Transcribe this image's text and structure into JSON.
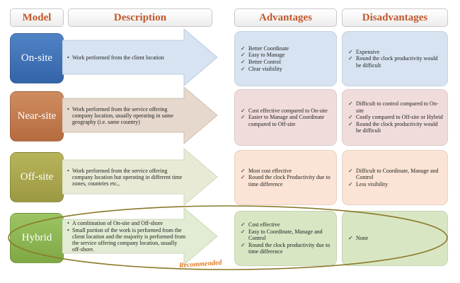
{
  "headers": {
    "model": "Model",
    "description": "Description",
    "advantages": "Advantages",
    "disadvantages": "Disadvantages"
  },
  "rows": [
    {
      "model": "On-site",
      "description": [
        "Work performed from the client location"
      ],
      "advantages": [
        "Better Coordinate",
        "Easy to Manage",
        "Better Control",
        "Clear visibility"
      ],
      "disadvantages": [
        "Expensive",
        "Round the clock productivity would be difficult"
      ]
    },
    {
      "model": "Near-site",
      "description": [
        "Work performed from the service offering company location, usually operating in same geography (i.e. same country)"
      ],
      "advantages": [
        "Cost effective compared to On-site",
        "Easier to Manage and Coordinate compared to Off-site"
      ],
      "disadvantages": [
        "Difficult to control compared to On-site",
        "Costly compared to Off-site or Hybrid",
        "Round the clock productivity would be difficult"
      ]
    },
    {
      "model": "Off-site",
      "description": [
        "Work performed from the service offering company location but operating in different time zones, countries etc.,"
      ],
      "advantages": [
        "Most  cost effective",
        "Round the clock Productivity due to time difference"
      ],
      "disadvantages": [
        "Difficult to Coordinate, Manage and Control",
        " Less visibility"
      ]
    },
    {
      "model": "Hybrid",
      "description": [
        "A combination of On-site and Off-shore",
        "Small portion of the work is performed from the client location and the majority is performed from the service offering company location, usually off-shore."
      ],
      "advantages": [
        "Cost effective",
        "Easy to Coordinate, Manage and Control",
        "Round the clock productivity due to time difference"
      ],
      "disadvantages": [
        "None"
      ]
    }
  ],
  "annotation": "Recommended",
  "colors": {
    "header_text": "#c0592b",
    "onsite": "#3f71b5",
    "nearsite": "#c27c4f",
    "offsite": "#a9a64e",
    "hybrid": "#8db551",
    "ellipse": "#8a7a2a",
    "recommended": "#e07a1f"
  }
}
